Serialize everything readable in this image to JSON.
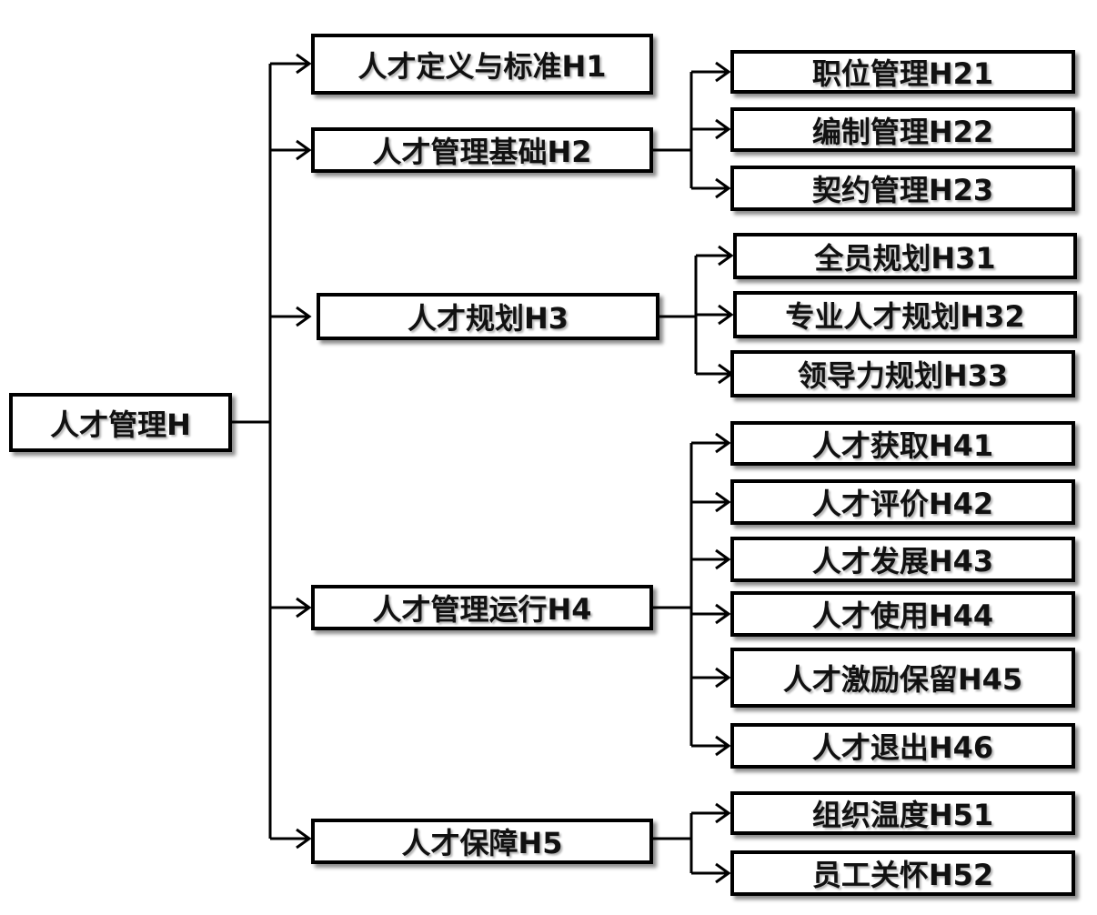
{
  "root": {
    "label": "人才管理H"
  },
  "level1": [
    {
      "label": "人才定义与标准H1",
      "children": []
    },
    {
      "label": "人才管理基础H2",
      "children": [
        "职位管理H21",
        "编制管理H22",
        "契约管理H23"
      ]
    },
    {
      "label": "人才规划H3",
      "children": [
        "全员规划H31",
        "专业人才规划H32",
        "领导力规划H33"
      ]
    },
    {
      "label": "人才管理运行H4",
      "children": [
        "人才获取H41",
        "人才评价H42",
        "人才发展H43",
        "人才使用H44",
        "人才激励保留H45",
        "人才退出H46"
      ]
    },
    {
      "label": "人才保障H5",
      "children": [
        "组织温度H51",
        "员工关怀H52"
      ]
    }
  ]
}
